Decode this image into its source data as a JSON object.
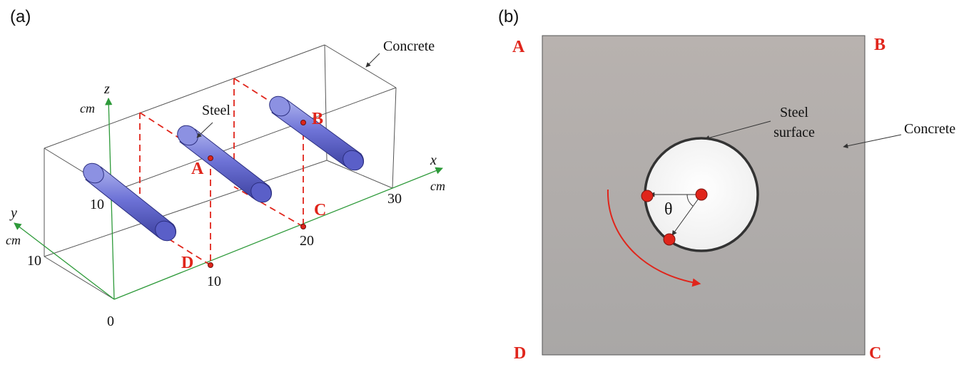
{
  "panel_a": {
    "label": "(a)",
    "concrete_label": "Concrete",
    "steel_label": "Steel",
    "axis_z": "z",
    "axis_x": "x",
    "axis_y": "y",
    "unit_z": "cm",
    "unit_x": "cm",
    "unit_y": "cm",
    "tick_origin": "0",
    "tick_x_10": "10",
    "tick_x_20": "20",
    "tick_x_30": "30",
    "tick_y_10": "10",
    "tick_z_10": "10",
    "point_A": "A",
    "point_B": "B",
    "point_C": "C",
    "point_D": "D"
  },
  "panel_b": {
    "label": "(b)",
    "corner_A": "A",
    "corner_B": "B",
    "corner_C": "C",
    "corner_D": "D",
    "steel_surface_line1": "Steel",
    "steel_surface_line2": "surface",
    "concrete_label": "Concrete",
    "angle_symbol": "θ"
  },
  "colors": {
    "point_label": "#e0251b",
    "section_line": "#e0251b",
    "axis": "#2e9a3a",
    "rebar": "#6a6fd0",
    "concrete_fill": "#b3aeab"
  }
}
